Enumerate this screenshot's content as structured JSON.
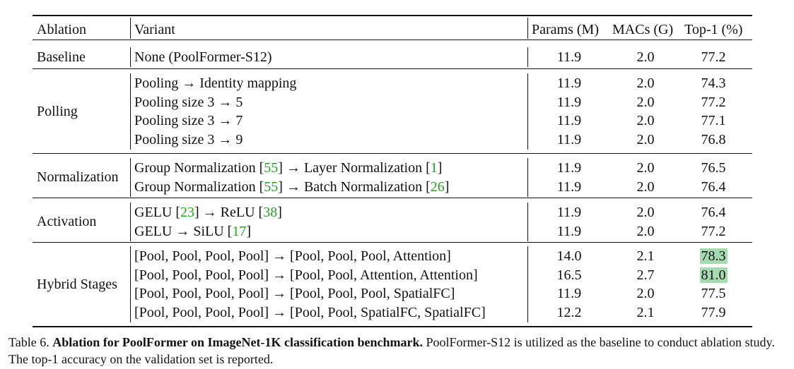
{
  "table": {
    "headers": {
      "ablation": "Ablation",
      "variant": "Variant",
      "params": "Params (M)",
      "macs": "MACs (G)",
      "top1": "Top-1 (%)"
    },
    "groups": [
      {
        "ablation": "Baseline",
        "rows": [
          {
            "variant": [
              "None (PoolFormer-S12)"
            ],
            "params": "11.9",
            "macs": "2.0",
            "top1": "77.2",
            "highlight": false
          }
        ]
      },
      {
        "ablation": "Polling",
        "rows": [
          {
            "variant": [
              "Pooling → Identity mapping"
            ],
            "params": "11.9",
            "macs": "2.0",
            "top1": "74.3",
            "highlight": false
          },
          {
            "variant": [
              "Pooling size 3 → 5"
            ],
            "params": "11.9",
            "macs": "2.0",
            "top1": "77.2",
            "highlight": false
          },
          {
            "variant": [
              "Pooling size 3 → 7"
            ],
            "params": "11.9",
            "macs": "2.0",
            "top1": "77.1",
            "highlight": false
          },
          {
            "variant": [
              "Pooling size 3 → 9"
            ],
            "params": "11.9",
            "macs": "2.0",
            "top1": "76.8",
            "highlight": false
          }
        ]
      },
      {
        "ablation": "Normalization",
        "rows": [
          {
            "variant": [
              "Group Normalization [",
              {
                "cite": "55"
              },
              "] → Layer Normalization [",
              {
                "cite": "1"
              },
              "]"
            ],
            "params": "11.9",
            "macs": "2.0",
            "top1": "76.5",
            "highlight": false
          },
          {
            "variant": [
              "Group Normalization [",
              {
                "cite": "55"
              },
              "] → Batch Normalization [",
              {
                "cite": "26"
              },
              "]"
            ],
            "params": "11.9",
            "macs": "2.0",
            "top1": "76.4",
            "highlight": false
          }
        ]
      },
      {
        "ablation": "Activation",
        "rows": [
          {
            "variant": [
              "GELU [",
              {
                "cite": "23"
              },
              "] → ReLU [",
              {
                "cite": "38"
              },
              "]"
            ],
            "params": "11.9",
            "macs": "2.0",
            "top1": "76.4",
            "highlight": false
          },
          {
            "variant": [
              "GELU → SiLU [",
              {
                "cite": "17"
              },
              "]"
            ],
            "params": "11.9",
            "macs": "2.0",
            "top1": "77.2",
            "highlight": false
          }
        ]
      },
      {
        "ablation": "Hybrid Stages",
        "rows": [
          {
            "variant": [
              "[Pool, Pool, Pool, Pool] → [Pool, Pool, Pool, Attention]"
            ],
            "params": "14.0",
            "macs": "2.1",
            "top1": "78.3",
            "highlight": true
          },
          {
            "variant": [
              "[Pool, Pool, Pool, Pool] → [Pool, Pool, Attention, Attention]"
            ],
            "params": "16.5",
            "macs": "2.7",
            "top1": "81.0",
            "highlight": true
          },
          {
            "variant": [
              "[Pool, Pool, Pool, Pool] → [Pool, Pool, Pool, SpatialFC]"
            ],
            "params": "11.9",
            "macs": "2.0",
            "top1": "77.5",
            "highlight": false
          },
          {
            "variant": [
              "[Pool, Pool, Pool, Pool] → [Pool, Pool, SpatialFC, SpatialFC]"
            ],
            "params": "12.2",
            "macs": "2.1",
            "top1": "77.9",
            "highlight": false
          }
        ]
      }
    ]
  },
  "caption": {
    "label": "Table 6.",
    "bold": "Ablation for PoolFormer on ImageNet-1K classification benchmark.",
    "rest": "PoolFormer-S12 is utilized as the baseline to conduct ablation study. The top-1 accuracy on the validation set is reported."
  },
  "colors": {
    "cite": "#22a322",
    "highlight": "#a6dbb2"
  }
}
